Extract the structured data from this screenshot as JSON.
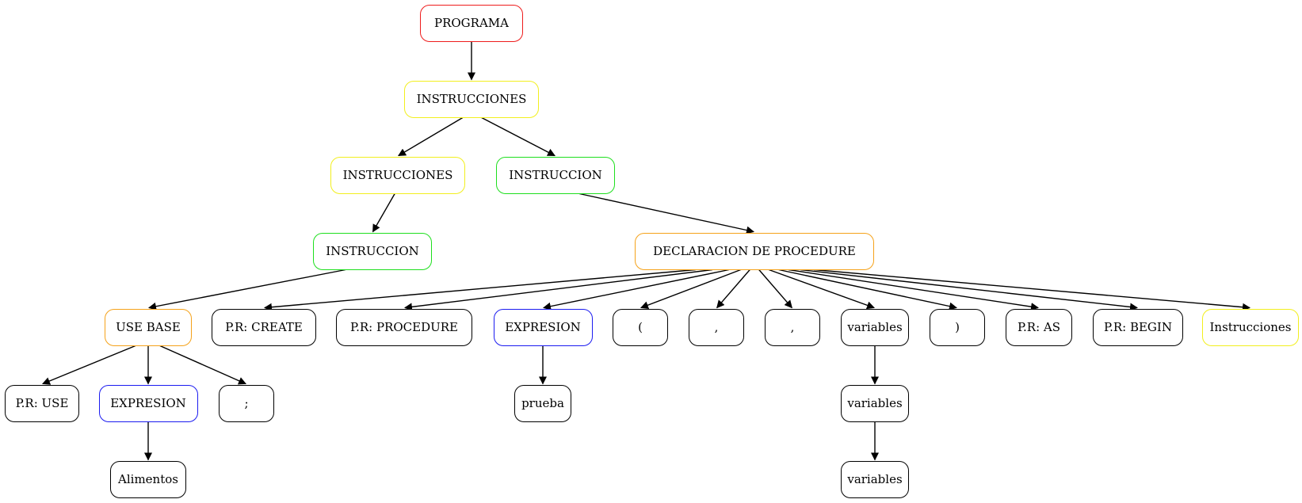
{
  "colors": {
    "red": "#ee1c1c",
    "yellow": "#f2ef1d",
    "green": "#1edf1e",
    "orange": "#f5a21a",
    "blue": "#1b1bf0",
    "black": "#000000",
    "edge": "#000000"
  },
  "nodes": [
    {
      "id": "n_programa",
      "label": "PROGRAMA",
      "color": "red"
    },
    {
      "id": "n_instrucciones_root",
      "label": "INSTRUCCIONES",
      "color": "yellow"
    },
    {
      "id": "n_instrucciones_left",
      "label": "INSTRUCCIONES",
      "color": "yellow"
    },
    {
      "id": "n_instruccion_right",
      "label": "INSTRUCCION",
      "color": "green"
    },
    {
      "id": "n_instruccion_left",
      "label": "INSTRUCCION",
      "color": "green"
    },
    {
      "id": "n_decl_procedure",
      "label": "DECLARACION DE PROCEDURE",
      "color": "orange"
    },
    {
      "id": "n_use_base",
      "label": "USE BASE",
      "color": "orange"
    },
    {
      "id": "n_pr_create",
      "label": "P.R: CREATE",
      "color": "black"
    },
    {
      "id": "n_pr_procedure",
      "label": "P.R: PROCEDURE",
      "color": "black"
    },
    {
      "id": "n_expresion_proc",
      "label": "EXPRESION",
      "color": "blue"
    },
    {
      "id": "n_paren_open",
      "label": "(",
      "color": "black"
    },
    {
      "id": "n_comma_1",
      "label": ",",
      "color": "black"
    },
    {
      "id": "n_comma_2",
      "label": ",",
      "color": "black"
    },
    {
      "id": "n_variables_1",
      "label": "variables",
      "color": "black"
    },
    {
      "id": "n_paren_close",
      "label": ")",
      "color": "black"
    },
    {
      "id": "n_pr_as",
      "label": "P.R: AS",
      "color": "black"
    },
    {
      "id": "n_pr_begin",
      "label": "P.R: BEGIN",
      "color": "black"
    },
    {
      "id": "n_instrucciones_lower",
      "label": "Instrucciones",
      "color": "yellow"
    },
    {
      "id": "n_pr_use",
      "label": "P.R: USE",
      "color": "black"
    },
    {
      "id": "n_expresion_use",
      "label": "EXPRESION",
      "color": "blue"
    },
    {
      "id": "n_semicolon",
      "label": ";",
      "color": "black"
    },
    {
      "id": "n_prueba",
      "label": "prueba",
      "color": "black"
    },
    {
      "id": "n_variables_2",
      "label": "variables",
      "color": "black"
    },
    {
      "id": "n_alimentos",
      "label": "Alimentos",
      "color": "black"
    },
    {
      "id": "n_variables_3",
      "label": "variables",
      "color": "black"
    }
  ],
  "edges": [
    [
      "n_programa",
      "n_instrucciones_root"
    ],
    [
      "n_instrucciones_root",
      "n_instrucciones_left"
    ],
    [
      "n_instrucciones_root",
      "n_instruccion_right"
    ],
    [
      "n_instrucciones_left",
      "n_instruccion_left"
    ],
    [
      "n_instruccion_right",
      "n_decl_procedure"
    ],
    [
      "n_instruccion_left",
      "n_use_base"
    ],
    [
      "n_decl_procedure",
      "n_pr_create"
    ],
    [
      "n_decl_procedure",
      "n_pr_procedure"
    ],
    [
      "n_decl_procedure",
      "n_expresion_proc"
    ],
    [
      "n_decl_procedure",
      "n_paren_open"
    ],
    [
      "n_decl_procedure",
      "n_comma_1"
    ],
    [
      "n_decl_procedure",
      "n_comma_2"
    ],
    [
      "n_decl_procedure",
      "n_variables_1"
    ],
    [
      "n_decl_procedure",
      "n_paren_close"
    ],
    [
      "n_decl_procedure",
      "n_pr_as"
    ],
    [
      "n_decl_procedure",
      "n_pr_begin"
    ],
    [
      "n_decl_procedure",
      "n_instrucciones_lower"
    ],
    [
      "n_use_base",
      "n_pr_use"
    ],
    [
      "n_use_base",
      "n_expresion_use"
    ],
    [
      "n_use_base",
      "n_semicolon"
    ],
    [
      "n_expresion_use",
      "n_alimentos"
    ],
    [
      "n_expresion_proc",
      "n_prueba"
    ],
    [
      "n_variables_1",
      "n_variables_2"
    ],
    [
      "n_variables_2",
      "n_variables_3"
    ]
  ]
}
